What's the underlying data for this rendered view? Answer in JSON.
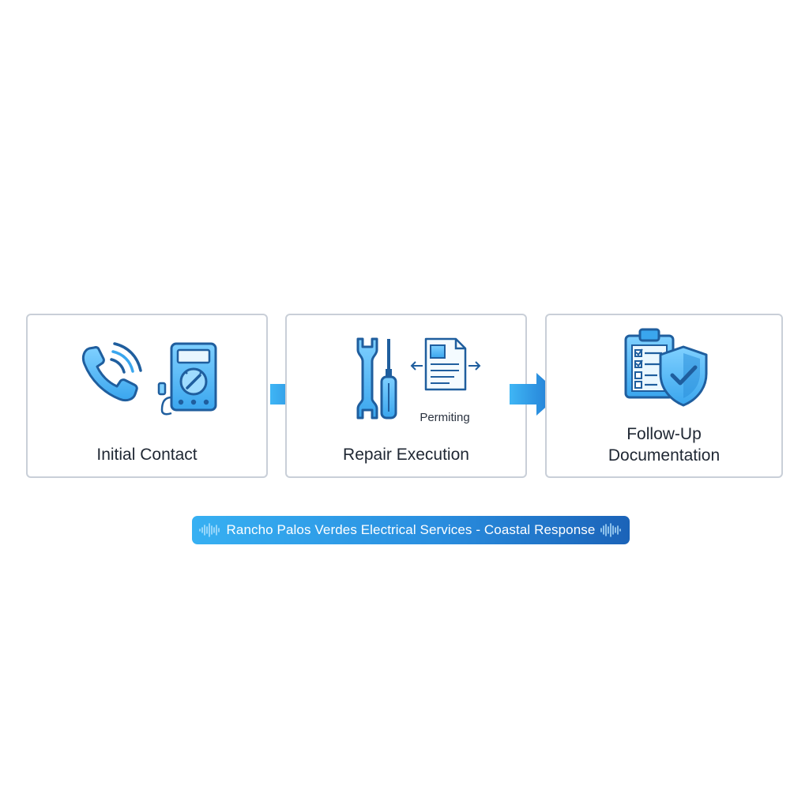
{
  "diagram": {
    "steps": [
      {
        "label_lines": [
          "Initial Contact"
        ],
        "icons": [
          "phone-icon",
          "multimeter-icon"
        ]
      },
      {
        "label_lines": [
          "Repair Execution"
        ],
        "icons": [
          "wrench-icon",
          "screwdriver-icon",
          "permit-document-icon"
        ],
        "caption": "Permiting"
      },
      {
        "label_lines": [
          "Follow-Up",
          "Documentation"
        ],
        "icons": [
          "checklist-clipboard-icon",
          "shield-check-icon"
        ]
      }
    ],
    "connector_icons": [
      "right-arrow-icon",
      "right-arrow-icon"
    ]
  },
  "banner": {
    "text": "Rancho Palos Verdes Electrical Services - Coastal Response",
    "icons": [
      "sound-wave-icon",
      "sound-wave-icon"
    ]
  },
  "colors": {
    "accent": "#2e9be6",
    "icon_fill": "#5bbdf5",
    "icon_stroke": "#1f5e9e",
    "card_border": "#c9cfd8",
    "banner_start": "#37b0f2",
    "banner_end": "#1b63b8"
  }
}
